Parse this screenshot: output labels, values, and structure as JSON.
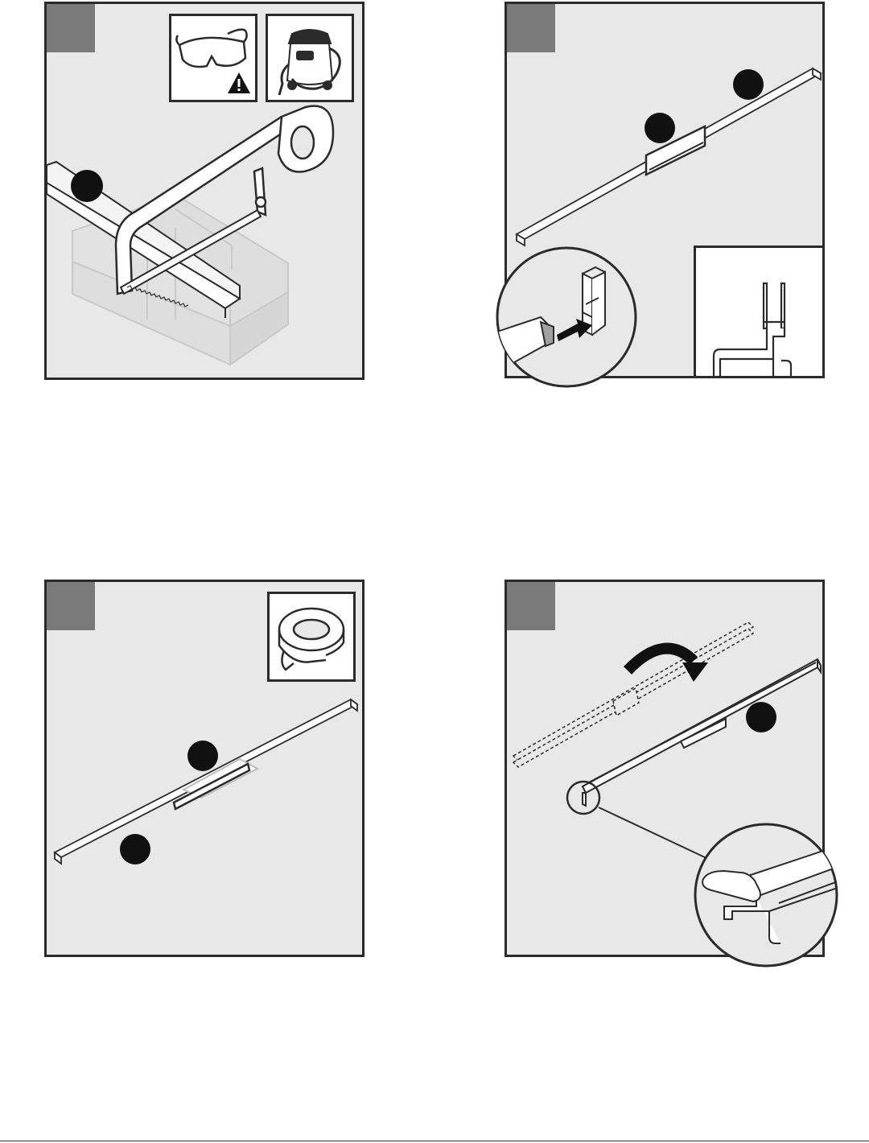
{
  "page": {
    "colors": {
      "panel_bg": "#e8e8e8",
      "border": "#2b2b2b",
      "step_tab": "#7a7a7a",
      "callout": "#111111"
    }
  },
  "steps": [
    {
      "id": 1,
      "icons": [
        "safety-glasses-icon",
        "warning-triangle-icon",
        "shop-vacuum-icon"
      ],
      "callouts": 1
    },
    {
      "id": 2,
      "icons": [],
      "callouts": 2
    },
    {
      "id": 3,
      "icons": [
        "tape-roll-icon"
      ],
      "callouts": 2
    },
    {
      "id": 4,
      "icons": [],
      "callouts": 1
    }
  ]
}
